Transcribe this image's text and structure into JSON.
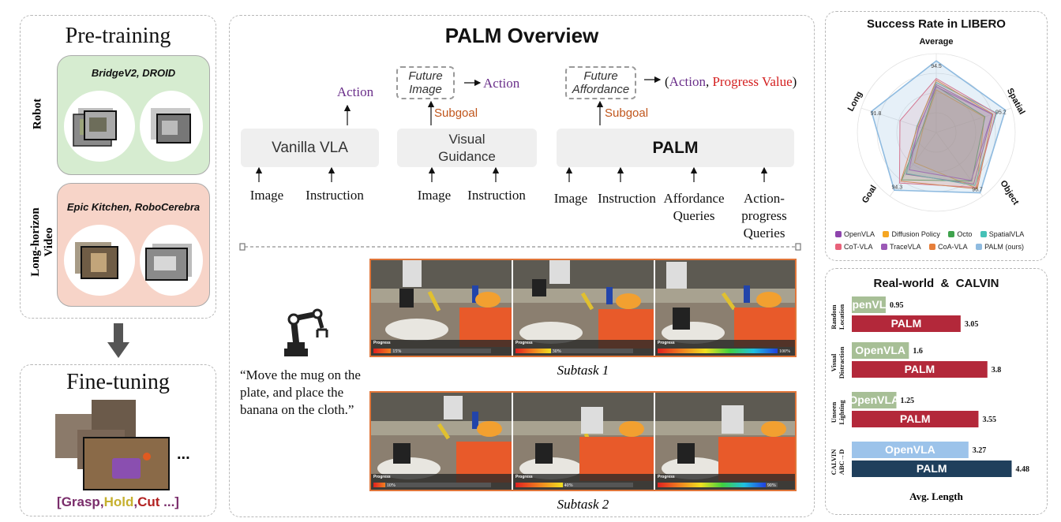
{
  "pretraining": {
    "title": "Pre-training",
    "robot_label": "Robot",
    "robot_datasets": "BridgeV2,  DROID",
    "video_label": "Long-horizon Video",
    "video_datasets": "Epic Kitchen, RoboCerebra"
  },
  "finetuning": {
    "title": "Fine-tuning",
    "ellipsis": "...",
    "tags": [
      {
        "text": "[",
        "color": "#7a2d6b"
      },
      {
        "text": "Grasp",
        "color": "#7a2d6b"
      },
      {
        "text": ",",
        "color": "#7a2d6b"
      },
      {
        "text": "Hold",
        "color": "#c6b02e"
      },
      {
        "text": ",",
        "color": "#7a2d6b"
      },
      {
        "text": "Cut",
        "color": "#b22222"
      },
      {
        "text": " ...]",
        "color": "#7a2d6b"
      }
    ]
  },
  "overview": {
    "title": "PALM Overview",
    "vanilla": {
      "box": "Vanilla VLA",
      "output": "Action",
      "inputs": [
        "Image",
        "Instruction"
      ]
    },
    "visual": {
      "box": "Visual Guidance",
      "future": "Future Image",
      "action": "Action",
      "subgoal": "Subgoal",
      "inputs": [
        "Image",
        "Instruction"
      ]
    },
    "palm": {
      "box": "PALM",
      "future": "Future Affordance",
      "subgoal": "Subgoal",
      "output_open": "(",
      "output_action": "Action",
      "output_sep": ", ",
      "output_progress": "Progress Value",
      "output_close": ")",
      "inputs": [
        "Image",
        "Instruction",
        "Affordance Queries",
        "Action-progress Queries"
      ]
    },
    "instruction_quote": "“Move the mug on the plate, and place the banana on the cloth.”",
    "subtask1": "Subtask 1",
    "subtask2": "Subtask 2",
    "progress_label": "Progress",
    "subtask1_progress": [
      {
        "value": 15,
        "label": "15%"
      },
      {
        "value": 30,
        "label": "30%"
      },
      {
        "value": 100,
        "label": "100%"
      }
    ],
    "subtask2_progress": [
      {
        "value": 10,
        "label": "10%"
      },
      {
        "value": 40,
        "label": "40%"
      },
      {
        "value": 90,
        "label": "90%"
      }
    ],
    "colors": {
      "vla_purple": "#6a2f8a",
      "subgoal_orange": "#c0561c",
      "progress_red": "#d42020"
    }
  },
  "chart_data": [
    {
      "type": "radar",
      "title": "Success Rate in LIBERO",
      "axes": [
        "Average",
        "Spatial",
        "Object",
        "Goal",
        "Long"
      ],
      "palm_values": [
        94.5,
        95.2,
        96.7,
        94.3,
        91.8
      ],
      "series": [
        {
          "name": "OpenVLA",
          "color": "#8e44ad",
          "values": [
            76.5,
            84.7,
            88.4,
            79.2,
            53.7
          ]
        },
        {
          "name": "Diffusion Policy",
          "color": "#f5a623",
          "values": [
            72.4,
            78.3,
            92.5,
            68.3,
            50.5
          ]
        },
        {
          "name": "Octo",
          "color": "#3fa34d",
          "values": [
            75.1,
            78.9,
            85.7,
            84.6,
            51.1
          ]
        },
        {
          "name": "SpatialVLA",
          "color": "#46c1b7",
          "values": [
            78.1,
            88.2,
            89.9,
            78.6,
            55.5
          ]
        },
        {
          "name": "CoT-VLA",
          "color": "#e8627a",
          "values": [
            81.1,
            87.5,
            91.6,
            87.6,
            69.0
          ]
        },
        {
          "name": "TraceVLA",
          "color": "#9b59b6",
          "values": [
            74.8,
            84.6,
            85.2,
            75.1,
            54.1
          ]
        },
        {
          "name": "CoA-VLA",
          "color": "#e67e3a",
          "values": [
            79.8,
            85.3,
            93.1,
            85.8,
            55.0
          ]
        },
        {
          "name": "PALM (ours)",
          "color": "#8fbbe0",
          "values": [
            94.5,
            95.2,
            96.7,
            94.3,
            91.8
          ]
        }
      ]
    },
    {
      "type": "bar",
      "title": "Real-world  &  CALVIN",
      "xlabel": "Avg. Length",
      "categories": [
        "Random Location",
        "Visual Distraction",
        "Unseen Lighting",
        "CALVIN ABC→D"
      ],
      "series": [
        {
          "name": "OpenVLA",
          "values": [
            0.95,
            1.6,
            1.25,
            3.27
          ],
          "labels": [
            "0.95",
            "1.6",
            "1.25",
            "3.27"
          ]
        },
        {
          "name": "PALM",
          "values": [
            3.05,
            3.8,
            3.55,
            4.48
          ],
          "labels": [
            "3.05",
            "3.8",
            "3.55",
            "4.48"
          ]
        }
      ],
      "colors": {
        "openvla_real": "#a7bf96",
        "palm_real": "#b3283a",
        "openvla_calvin": "#9cc3ea",
        "palm_calvin": "#1f3f5c"
      }
    }
  ]
}
